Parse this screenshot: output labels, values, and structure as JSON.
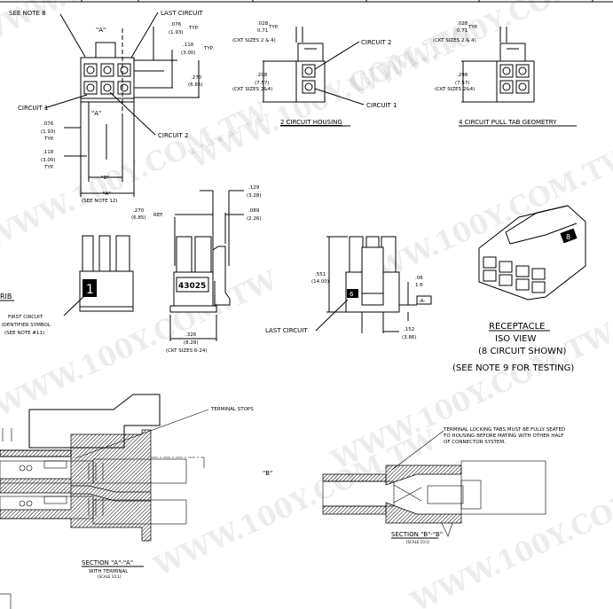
{
  "watermark": "WWW.100Y.COM.TW",
  "top_view": {
    "see_note_8": "SEE NOTE 8",
    "last_circuit": "LAST CIRCUIT",
    "section_a_top": "\"A\"",
    "dim_076_in": ".076",
    "dim_076_mm": "(1.93)",
    "typ": "TYP.",
    "dim_118_in": ".118",
    "dim_118_mm": "(3.00)",
    "dim_270_in": ".270",
    "dim_270_mm": "(6.86)",
    "circuit_1": "CIRCUIT 1",
    "section_a_bottom": "\"A\"",
    "circuit_2": "CIRCUIT 2",
    "dim_b": "\"B\"",
    "dim_a": "\"A\"",
    "see_note_12": "(SEE NOTE 12)"
  },
  "two_circuit": {
    "dim_028_in": ".028",
    "dim_028_mm": "0.71",
    "typ": "TYP.",
    "ckt_sizes_24": "(CKT SIZES 2 & 4)",
    "circuit_2": "CIRCUIT 2",
    "dim_298_in": ".298",
    "dim_298_mm": "(7.57)",
    "ckt_sizes_24b": "(CKT SIZES 2&4)",
    "circuit_1": "CIRCUIT 1",
    "title": "2 CIRCUIT HOUSING"
  },
  "four_circuit": {
    "dim_028_in": ".028",
    "dim_028_mm": "0.71",
    "typ": "TYP.",
    "ckt_sizes_24": "(CKT SIZES 2 & 4)",
    "dim_298_in": ".298",
    "dim_298_mm": "(7.57)",
    "ckt_sizes_24b": "(CKT SIZES 2&4)",
    "title": "4 CIRCUIT PULL TAB GEOMETRY"
  },
  "front_view": {
    "rib": "RIB",
    "id_symbol": "1",
    "first_circuit": "FIRST CIRCUIT",
    "identifier_symbol": "IDENTIFIER SYMBOL",
    "see_note_11": "(SEE NOTE #11)"
  },
  "side_view": {
    "dim_270_in": ".270",
    "dim_270_mm": "(6.85)",
    "ref": "REF.",
    "dim_129_in": ".129",
    "dim_129_mm": "(3.28)",
    "dim_089_in": ".089",
    "dim_089_mm": "(2.26)",
    "part_number": "43025",
    "dim_326_in": ".326",
    "dim_326_mm": "(8.28)",
    "ckt_sizes": "(CKT SIZES 6-24)"
  },
  "rear_view": {
    "dim_551_in": ".551",
    "dim_551_mm": "(14.00)",
    "dim_06_in": ".06",
    "dim_06_mm": "1.6",
    "datum_a": "-A-",
    "last_circuit": "LAST CIRCUIT",
    "last_circuit_symbol": "6",
    "dim_152_in": ".152",
    "dim_152_mm": "(3.86)"
  },
  "iso_view": {
    "symbol": "8",
    "title": "RECEPTACLE",
    "subtitle": "ISO VIEW",
    "note": "(8 CIRCUIT SHOWN)",
    "testing_note": "(SEE NOTE 9 FOR TESTING)"
  },
  "section_aa": {
    "terminal_stops": "TERMINAL STOPS",
    "b_marker": "\"B\"",
    "title": "SECTION \"A\"-\"A\"",
    "with_terminal": "WITH TERMINAL",
    "scale": "(SCALE 10:1)"
  },
  "section_bb": {
    "note_line1": "TERMINAL LOCKING TABS MUST BE FULLY SEATED",
    "note_line2": "TO HOUSING BEFORE MATING WITH OTHER HALF",
    "note_line3": "OF CONNECTOR SYSTEM.",
    "title": "SECTION \"B\"-\"B\"",
    "scale": "(SCALE 10:1)"
  }
}
